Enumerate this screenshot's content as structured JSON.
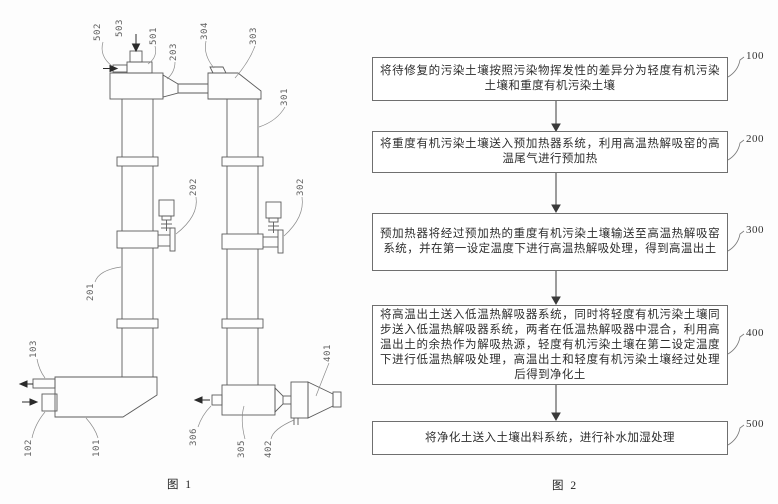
{
  "figure1": {
    "caption": "图 1",
    "ref_labels": [
      {
        "text": "502"
      },
      {
        "text": "503"
      },
      {
        "text": "501"
      },
      {
        "text": "203"
      },
      {
        "text": "304"
      },
      {
        "text": "303"
      },
      {
        "text": "301"
      },
      {
        "text": "202"
      },
      {
        "text": "302"
      },
      {
        "text": "201"
      },
      {
        "text": "103"
      },
      {
        "text": "102"
      },
      {
        "text": "101"
      },
      {
        "text": "306"
      },
      {
        "text": "305"
      },
      {
        "text": "402"
      },
      {
        "text": "401"
      }
    ]
  },
  "figure2": {
    "caption": "图 2",
    "steps": [
      {
        "ref": "100",
        "text": "将待修复的污染土壤按照污染物挥发性的差异分为轻度有机污染土壤和重度有机污染土壤"
      },
      {
        "ref": "200",
        "text": "将重度有机污染土壤送入预加热器系统，利用高温热解吸窑的高温尾气进行预加热"
      },
      {
        "ref": "300",
        "text": "预加热器将经过预加热的重度有机污染土壤输送至高温热解吸窑系统，并在第一设定温度下进行高温热解吸处理，得到高温出土"
      },
      {
        "ref": "400",
        "text": "将高温出土送入低温热解吸器系统，同时将轻度有机污染土壤同步送入低温热解吸器系统，两者在低温热解吸器中混合，利用高温出土的余热作为解吸热源，轻度有机污染土壤在第二设定温度下进行低温热解吸处理，高温出土和轻度有机污染土壤经过处理后得到净化土"
      },
      {
        "ref": "500",
        "text": "将净化土送入土壤出料系统，进行补水加湿处理"
      }
    ]
  },
  "colors": {
    "line": "#5b5b5b",
    "leader": "#8b8b8b",
    "arrow": "#2b2b2b",
    "box_border": "#6f6f6f"
  }
}
